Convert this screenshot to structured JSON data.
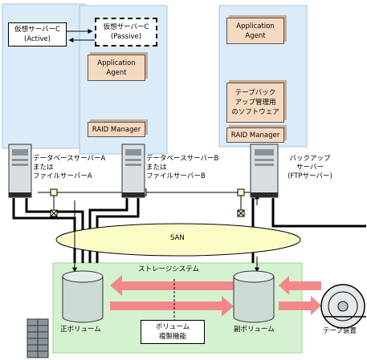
{
  "nodes": {
    "vm_active": {
      "line1": "仮想サーバーC",
      "line2": "(Active)"
    },
    "vm_passive": {
      "line1": "仮想サーバーC",
      "line2": "(Passive)"
    },
    "app_agent_1": {
      "line1": "Application",
      "line2": "Agent"
    },
    "app_agent_2": {
      "line1": "Application",
      "line2": "Agent"
    },
    "raid_manager_1": "RAID Manager",
    "raid_manager_2": "RAID Manager",
    "tape_software": {
      "line1": "テープバック",
      "line2": "アップ管理用",
      "line3": "のソフトウェア"
    },
    "db_server_a": {
      "line1": "データベースサーバーA",
      "line2": "または",
      "line3": "ファイルサーバーA"
    },
    "db_server_b": {
      "line1": "データベースサーバーB",
      "line2": "または",
      "line3": "ファイルサーバーB"
    },
    "backup_server": {
      "line1": "バックアップ",
      "line2": "サーバー",
      "line3": "(FTPサーバー)"
    },
    "san": "SAN",
    "storage_system": "ストレージシステム",
    "primary_volume": "正ボリューム",
    "secondary_volume": "副ボリューム",
    "replication": {
      "line1": "ボリューム",
      "line2": "複製機能"
    },
    "tape_device": "テープ装置"
  },
  "colors": {
    "host_panel": "#dcebf8",
    "host_panel_border": "#9fc6e6",
    "storage_area": "#d5f2d0",
    "storage_border": "#9ad392",
    "app_box": "#f5d9c0",
    "arrow": "#f4878a",
    "san_ellipse": "#fbfbc6",
    "cylinder": "#ccd9d6"
  },
  "icons": [
    "server-tower-icon",
    "storage-rack-icon",
    "tape-reel-icon",
    "fc-switch-icon",
    "disk-cylinder-icon"
  ]
}
